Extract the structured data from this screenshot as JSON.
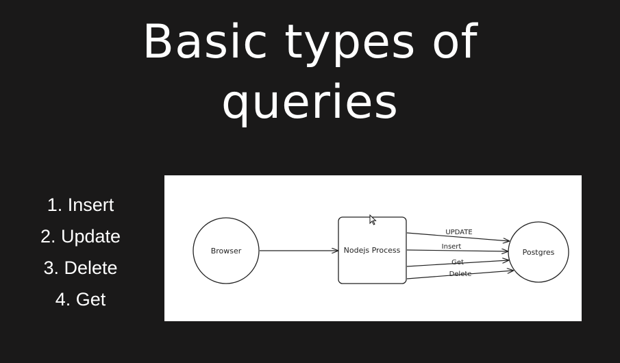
{
  "slide": {
    "title_line1": "Basic types of",
    "title_line2": "queries"
  },
  "query_list": [
    "1. Insert",
    "2. Update",
    "3. Delete",
    "4. Get"
  ],
  "diagram": {
    "nodes": {
      "browser": "Browser",
      "nodejs": "Nodejs Process",
      "postgres": "Postgres"
    },
    "edges": {
      "update": "UPDATE",
      "insert": "Insert",
      "get": "Get",
      "delete": "Delete"
    }
  }
}
